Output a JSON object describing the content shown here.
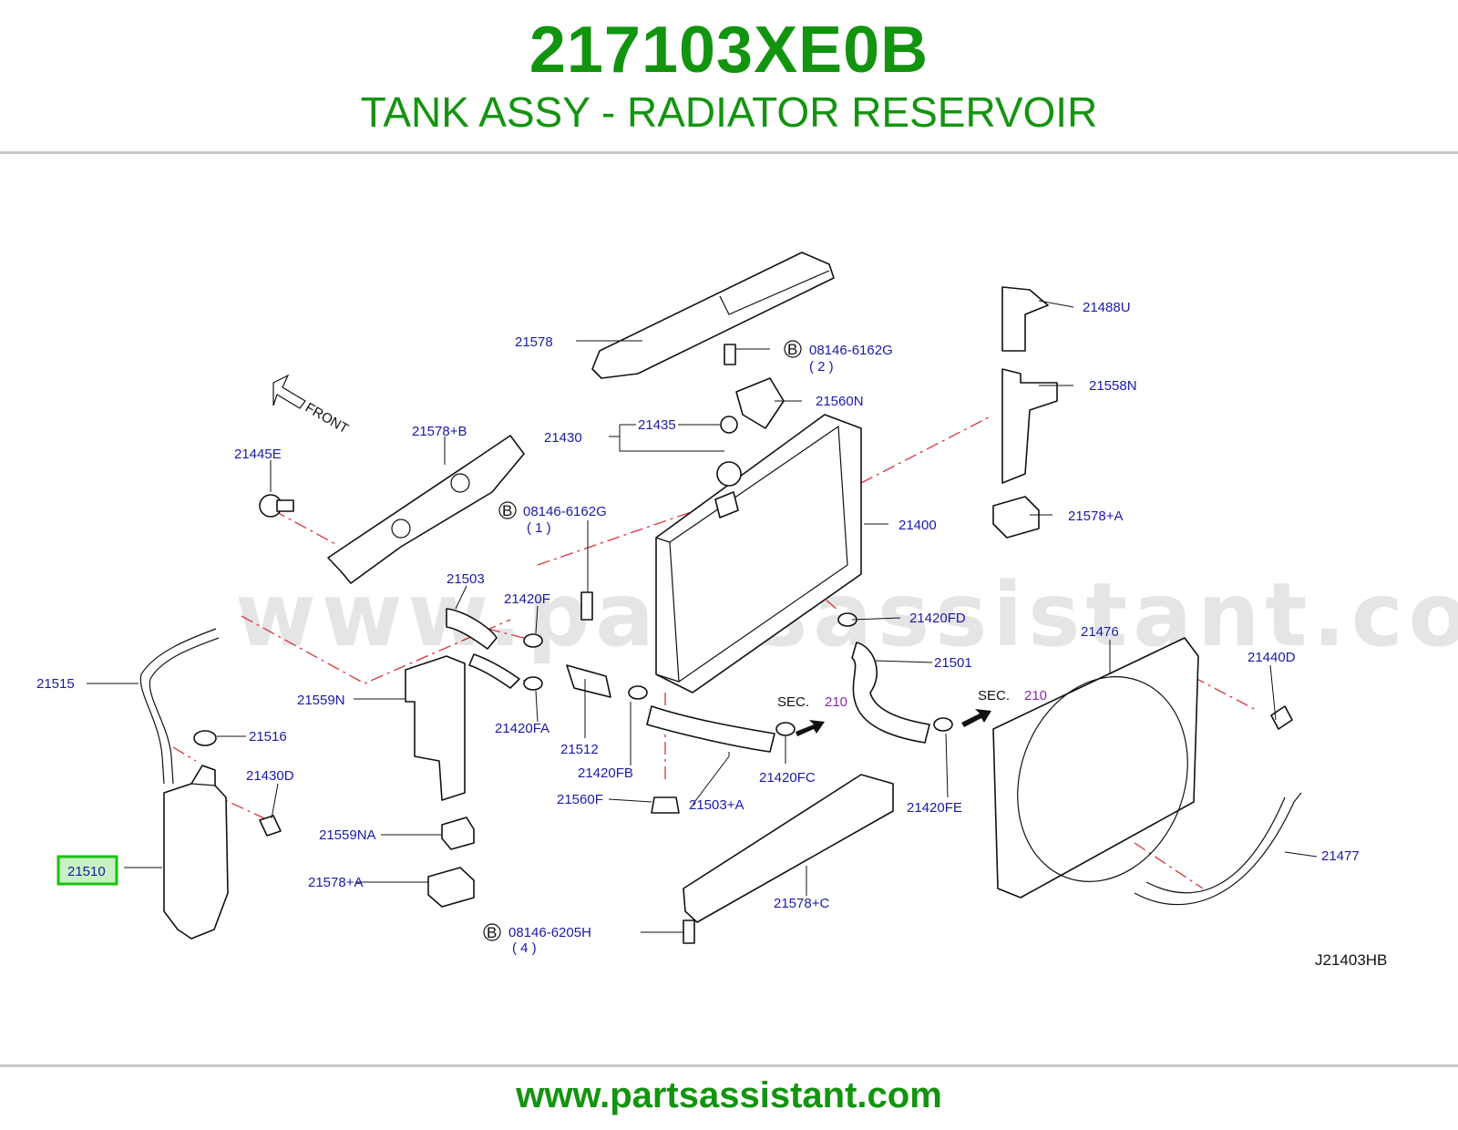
{
  "header": {
    "part_number": "217103XE0B",
    "part_description": "TANK ASSY - RADIATOR RESERVOIR"
  },
  "footer": {
    "url": "www.partsassistant.com"
  },
  "watermark": "www.partsassistant.com",
  "diagram": {
    "reference_code": "J21403HB",
    "front_label": "FRONT",
    "highlighted_part": "21510",
    "sec_label": "SEC.",
    "sec_number": "210",
    "callouts": {
      "p21578": "21578",
      "p21578b": "21578+B",
      "p21445e": "21445E",
      "p21430": "21430",
      "p21435": "21435",
      "p08146_6162g_2": "08146-6162G",
      "p08146_6162g_2_qty": "( 2 )",
      "p21560n": "21560N",
      "p08146_6162g_1": "08146-6162G",
      "p08146_6162g_1_qty": "( 1 )",
      "p21400": "21400",
      "p21488u": "21488U",
      "p21558n": "21558N",
      "p21578a_r": "21578+A",
      "p21503": "21503",
      "p21420f": "21420F",
      "p21420fd": "21420FD",
      "p21515": "21515",
      "p21559n": "21559N",
      "p21420fa": "21420FA",
      "p21512": "21512",
      "p21420fb": "21420FB",
      "p21501": "21501",
      "p21476": "21476",
      "p21440d": "21440D",
      "p21516": "21516",
      "p21430d": "21430D",
      "p21420fc": "21420FC",
      "p21560f": "21560F",
      "p21503a": "21503+A",
      "p21420fe": "21420FE",
      "p21559na": "21559NA",
      "p21510": "21510",
      "p21578a_l": "21578+A",
      "p21578c": "21578+C",
      "p21477": "21477",
      "p08146_6205h": "08146-6205H",
      "p08146_6205h_qty": "( 4 )"
    },
    "bolt_marker": "B"
  },
  "colors": {
    "brand_green": "#12940f",
    "callout_blue": "#1a1aa8",
    "highlight_green": "#19c30f",
    "centerline_red": "#d9333a"
  }
}
